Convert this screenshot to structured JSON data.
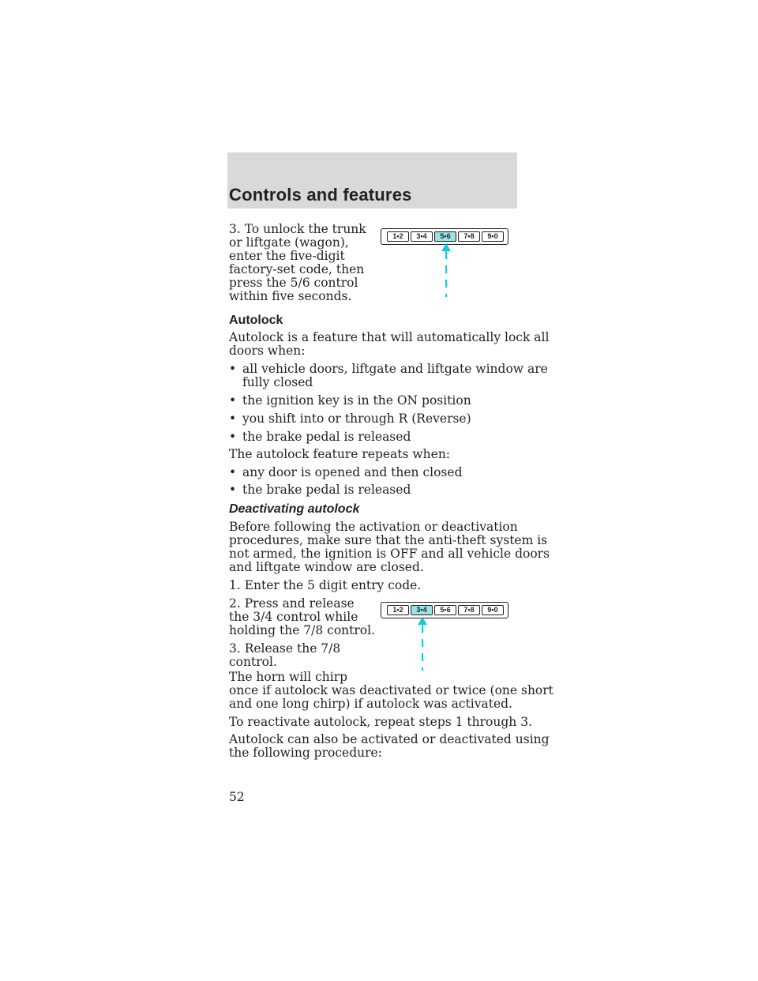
{
  "header": {
    "title": "Controls and features"
  },
  "step3_unlock_lines": [
    "3. To unlock the trunk",
    "or liftgate (wagon),",
    "enter the five-digit",
    "factory-set code, then",
    "press the 5/6 control",
    "within five seconds."
  ],
  "keypad": {
    "keys": [
      "1•2",
      "3•4",
      "5•6",
      "7•8",
      "9•0"
    ],
    "highlight_top": "5•6",
    "highlight_bottom": "3•4",
    "highlight_color": "#9fe0e3",
    "arrow_color": "#1fc4d6"
  },
  "autolock": {
    "heading": "Autolock",
    "intro_line1": "Autolock is a feature that will automatically lock all",
    "intro_line2": "doors when:",
    "conditions": [
      [
        "all vehicle doors, liftgate and liftgate window are",
        "fully closed"
      ],
      [
        "the ignition key is in the ON position"
      ],
      [
        "you shift into or through R (Reverse)"
      ],
      [
        "the brake pedal is released"
      ]
    ],
    "repeat_intro": "The autolock feature repeats when:",
    "repeat_conditions": [
      "any door is opened and then closed",
      "the brake pedal is released"
    ]
  },
  "deactivating": {
    "heading": "Deactivating autolock",
    "para_lines": [
      "Before following the activation or deactivation",
      "procedures, make sure that the anti-theft system is",
      "not armed, the ignition is OFF and all vehicle doors",
      "and liftgate window are closed."
    ],
    "step1": "1. Enter the 5 digit entry code.",
    "step2_lines": [
      "2. Press and release",
      "the 3/4 control while",
      "holding the 7/8 control."
    ],
    "step3_lines": [
      "3. Release the 7/8",
      "control."
    ],
    "horn_lines": [
      "The horn will chirp",
      "once if autolock was deactivated or twice (one short",
      "and one long chirp) if autolock was activated."
    ],
    "reactivate": "To reactivate autolock, repeat steps 1 through 3.",
    "also_lines": [
      "Autolock can also be activated or deactivated using",
      "the following procedure:"
    ]
  },
  "bullet_char": "•",
  "page_number": "52"
}
